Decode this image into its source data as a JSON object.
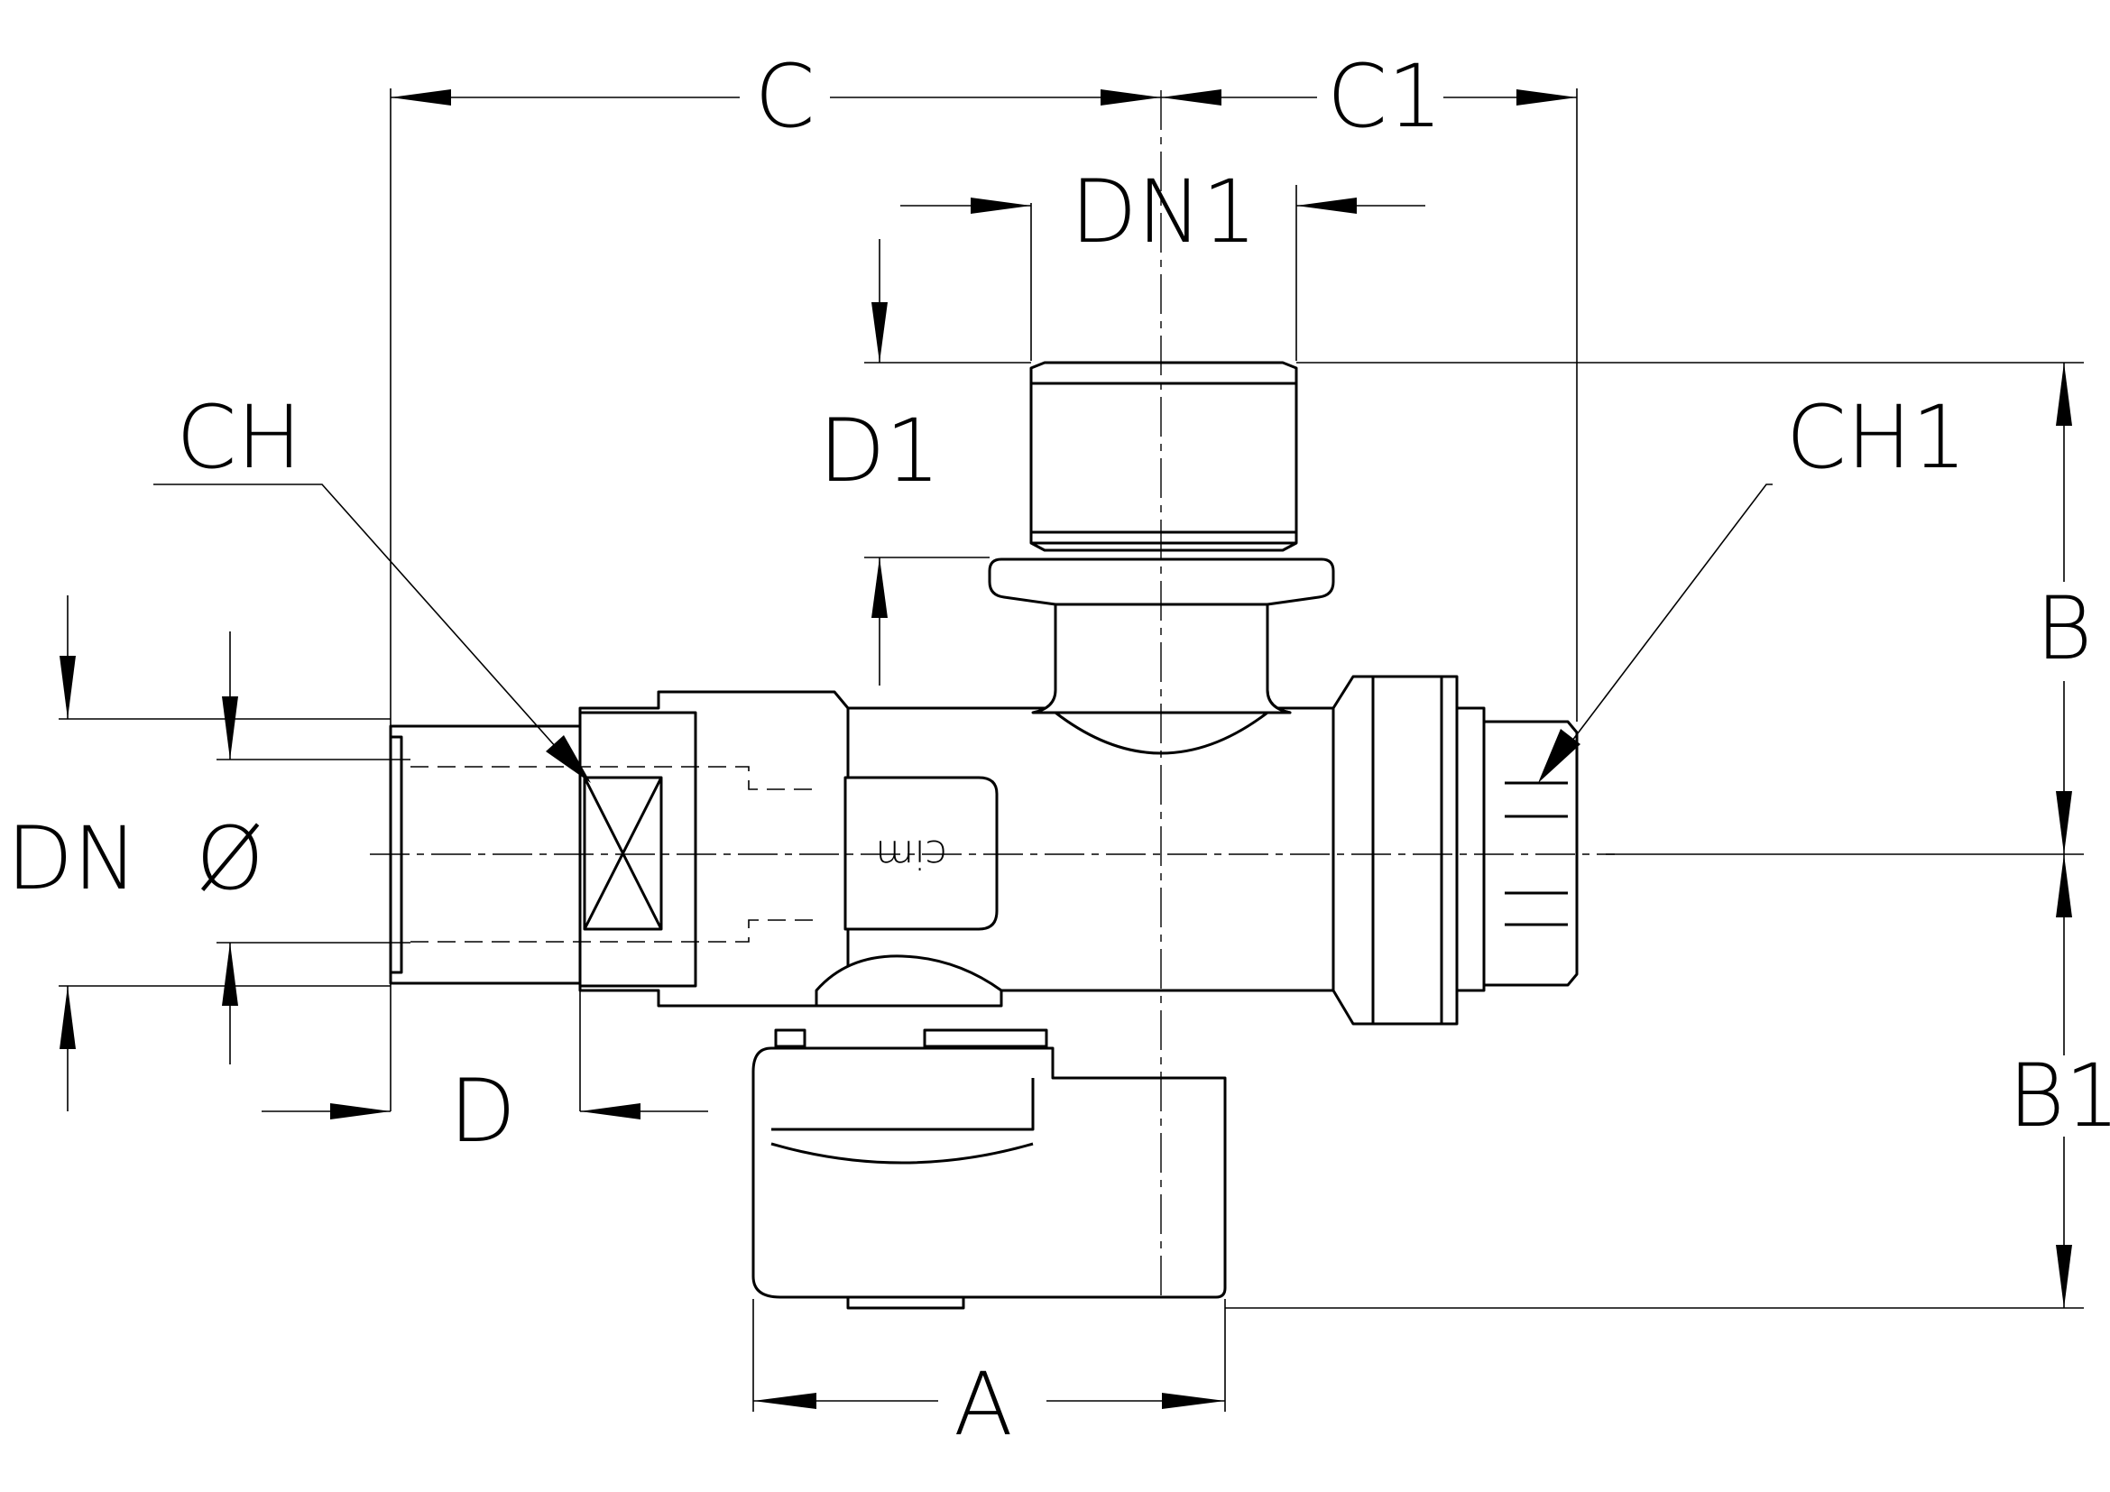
{
  "colors": {
    "ink": "#000000",
    "paper": "#ffffff"
  },
  "labels": {
    "c": "C",
    "c1": "C1",
    "dn1": "DN1",
    "d1": "D1",
    "ch": "CH",
    "ch1": "CH1",
    "b": "B",
    "b1": "B1",
    "dn": "DN",
    "diameter": "Ø",
    "d": "D",
    "a": "A",
    "logo": "cim"
  }
}
